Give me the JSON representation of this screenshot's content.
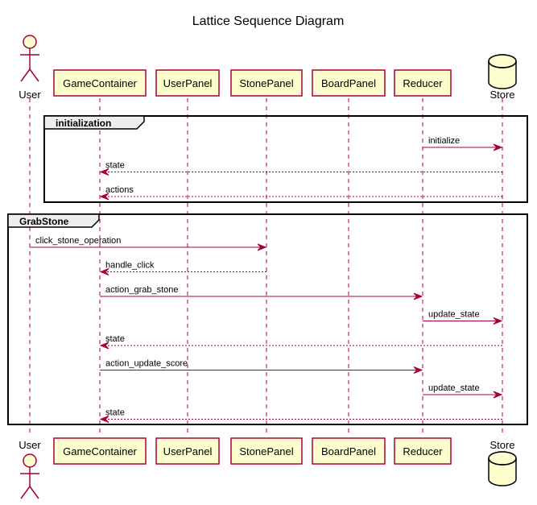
{
  "title": "Lattice Sequence Diagram",
  "participants": [
    {
      "id": "user",
      "name": "User",
      "kind": "actor"
    },
    {
      "id": "gc",
      "name": "GameContainer",
      "kind": "box"
    },
    {
      "id": "up",
      "name": "UserPanel",
      "kind": "box"
    },
    {
      "id": "sp",
      "name": "StonePanel",
      "kind": "box"
    },
    {
      "id": "bp",
      "name": "BoardPanel",
      "kind": "box"
    },
    {
      "id": "re",
      "name": "Reducer",
      "kind": "box"
    },
    {
      "id": "st",
      "name": "Store",
      "kind": "database"
    }
  ],
  "groups": [
    {
      "label": "initialization",
      "messages": [
        {
          "from": "re",
          "to": "st",
          "label": "initialize",
          "style": "solid"
        },
        {
          "from": "st",
          "to": "gc",
          "label": "state",
          "style": "dashed"
        },
        {
          "from": "st",
          "to": "gc",
          "label": "actions",
          "style": "dashed"
        }
      ]
    },
    {
      "label": "GrabStone",
      "messages": [
        {
          "from": "user",
          "to": "sp",
          "label": "click_stone_operation",
          "style": "solid"
        },
        {
          "from": "sp",
          "to": "gc",
          "label": "handle_click",
          "style": "dashed"
        },
        {
          "from": "gc",
          "to": "re",
          "label": "action_grab_stone",
          "style": "solid"
        },
        {
          "from": "re",
          "to": "st",
          "label": "update_state",
          "style": "solid"
        },
        {
          "from": "st",
          "to": "gc",
          "label": "state",
          "style": "dashed"
        },
        {
          "from": "gc",
          "to": "re",
          "label": "action_update_score",
          "style": "solid"
        },
        {
          "from": "re",
          "to": "st",
          "label": "update_state",
          "style": "solid"
        },
        {
          "from": "st",
          "to": "gc",
          "label": "state",
          "style": "dashed"
        }
      ]
    }
  ],
  "colors": {
    "arrow": "#A80036",
    "participant_fill": "#FEFECE",
    "lifeline": "#A80036",
    "frame": "#000000",
    "group_label_fill": "#EEEEEE"
  }
}
